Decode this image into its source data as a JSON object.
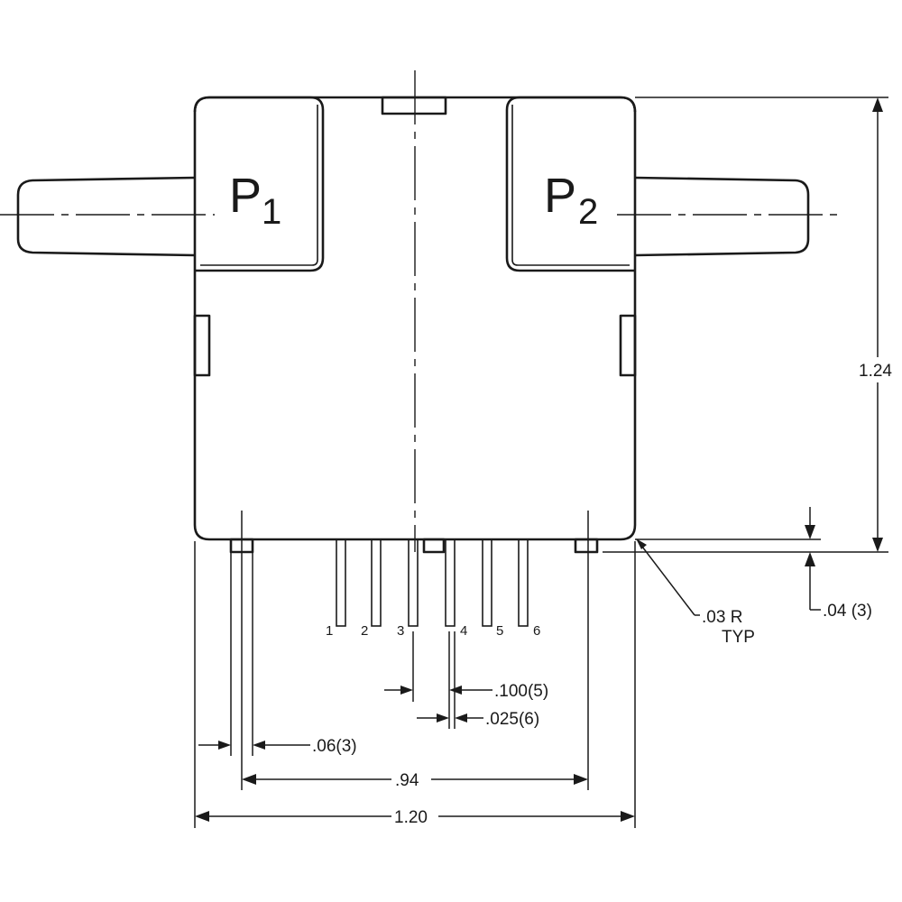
{
  "ports": [
    {
      "letter": "P",
      "sub": "1"
    },
    {
      "letter": "P",
      "sub": "2"
    }
  ],
  "pins": [
    "1",
    "2",
    "3",
    "4",
    "5",
    "6"
  ],
  "dimensions": {
    "height": "1.24",
    "standoff": ".04 (3)",
    "corner_radius": ".03 R",
    "corner_radius_note": "TYP",
    "pin_pitch": ".100(5)",
    "pin_width": ".025(6)",
    "lead_width": ".06(3)",
    "lead_span": ".94",
    "overall_width": "1.20"
  }
}
